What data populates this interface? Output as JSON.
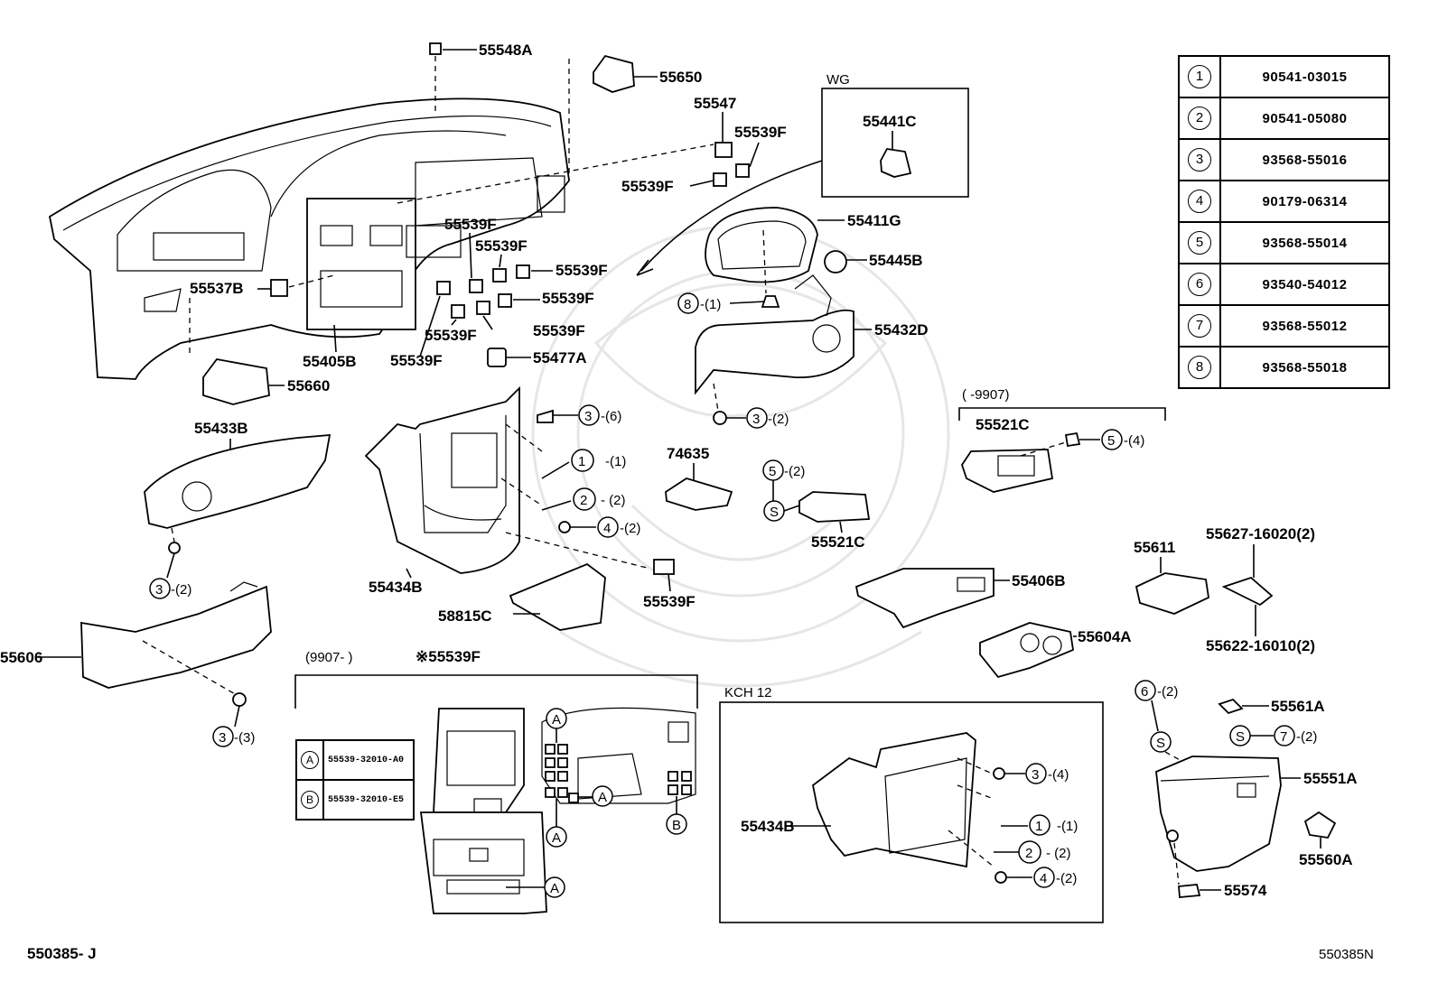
{
  "callouts": {
    "c55548A": "55548A",
    "c55650": "55650",
    "c55547": "55547",
    "c55539F_a": "55539F",
    "c55539F_b": "55539F",
    "c55539F_c": "55539F",
    "c55539F_d": "55539F",
    "c55539F_e": "55539F",
    "c55539F_f": "55539F",
    "c55539F_g": "55539F",
    "c55539F_h": "55539F",
    "c55539F_i": "55539F",
    "c55539F_j": "55539F",
    "c55537B": "55537B",
    "c55405B": "55405B",
    "c55660": "55660",
    "c55477A": "55477A",
    "c55441C": "55441C",
    "c55411G": "55411G",
    "c55445B": "55445B",
    "c55432D": "55432D",
    "c55433B": "55433B",
    "c55434B": "55434B",
    "c55434B_k": "55434B",
    "c74635": "74635",
    "c58815C": "58815C",
    "c55521C_a": "55521C",
    "c55521C_b": "55521C",
    "c55406B": "55406B",
    "c55604A": "55604A",
    "c55611": "55611",
    "c55627": "55627-16020(2)",
    "c55622": "55622-16010(2)",
    "c55606": "55606",
    "c55561A": "55561A",
    "c55551A": "55551A",
    "c55560A": "55560A",
    "c55574": "55574",
    "wg": "WG",
    "kch12": "KCH 12",
    "range_before": "(       -9907)",
    "range_after": "(9907-      )",
    "range_after_part": "※55539F",
    "code_left": "550385- J",
    "code_right": "550385N"
  },
  "qty": {
    "q3_6": "-(6)",
    "q1_1": "-(1)",
    "q2_2": "- (2)",
    "q4_2": "-(2)",
    "q3_2a": "-(2)",
    "q3_2b": "-(2)",
    "q3_3": "-(3)",
    "q8_1": "-(1)",
    "q5_2a": "-(2)",
    "q5_4": "-(4)",
    "q3_4k": "-(4)",
    "q1_1k": "-(1)",
    "q2_2k": "- (2)",
    "q4_2k": "-(2)",
    "q6_2": "-(2)",
    "q7_2": "-(2)"
  },
  "legend": [
    {
      "num": "1",
      "part": "90541-03015"
    },
    {
      "num": "2",
      "part": "90541-05080"
    },
    {
      "num": "3",
      "part": "93568-55016"
    },
    {
      "num": "4",
      "part": "90179-06314"
    },
    {
      "num": "5",
      "part": "93568-55014"
    },
    {
      "num": "6",
      "part": "93540-54012"
    },
    {
      "num": "7",
      "part": "93568-55012"
    },
    {
      "num": "8",
      "part": "93568-55018"
    }
  ],
  "switch_table": [
    {
      "key": "A",
      "part": "55539-32010-A0"
    },
    {
      "key": "B",
      "part": "55539-32010-E5"
    }
  ]
}
